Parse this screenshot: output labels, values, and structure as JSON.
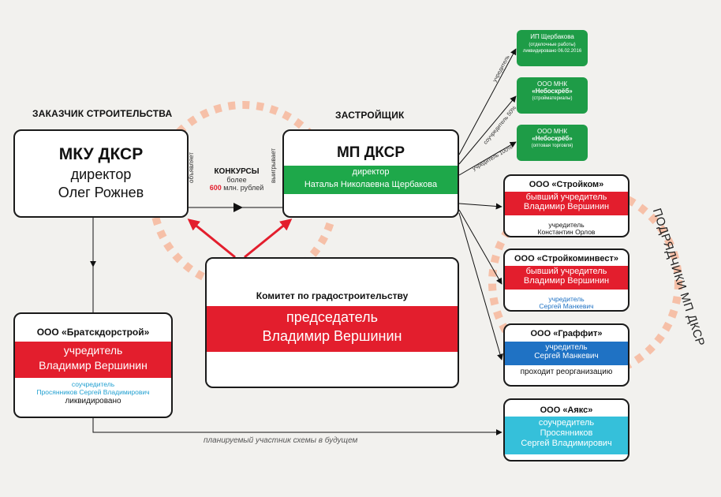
{
  "customer_heading": "ЗАКАЗЧИК СТРОИТЕЛЬСТВА",
  "developer_heading": "ЗАСТРОЙЩИК",
  "contractors_heading": "ПОДРЯДЧИКИ МП ДКСР",
  "mku": {
    "name": "МКУ ДКСР",
    "role": "директор",
    "person": "Олег Рожнев"
  },
  "mp": {
    "name": "МП ДКСР",
    "role": "директор",
    "person": "Наталья Николаевна Щербакова"
  },
  "arrow_labels": {
    "announces": "объявляет",
    "wins": "выигрывает"
  },
  "contests": {
    "title": "КОНКУРСЫ",
    "more": "более",
    "amount": "600",
    "unit": "млн. рублей"
  },
  "committee": {
    "name": "Комитет по градостроительству",
    "role": "председатель",
    "person": "Владимир Вершинин"
  },
  "bratsk": {
    "name": "ООО «Братскдорстрой»",
    "role": "учредитель",
    "person": "Владимир Вершинин",
    "co_role": "соучредитель",
    "co_person": "Просянников Сергей Владимирович",
    "status": "ликвидировано"
  },
  "future_label": "планируемый участник схемы в будущем",
  "founders": [
    {
      "share": "учредитель",
      "name": "ИП Щербакова",
      "note1": "(отделочные работы)",
      "note2": "ликвидировано 06.02.2016"
    },
    {
      "share": "соучредитель 50%",
      "name": "ООО МНК",
      "name2": "«Небоскрёб»",
      "note1": "(стройматериалы)"
    },
    {
      "share": "учредитель 100%",
      "name": "ООО МНК",
      "name2": "«Небоскрёб»",
      "note1": "(оптовая торговля)"
    }
  ],
  "contractors": [
    {
      "name": "ООО «Стройком»",
      "role": "бывший учредитель",
      "person": "Владимир Вершинин",
      "sub_role": "учредитель",
      "sub_person": "Константин Орлов"
    },
    {
      "name": "ООО «Стройкоминвест»",
      "role": "бывший учредитель",
      "person": "Владимир Вершинин",
      "sub_role": "учредитель",
      "sub_person": "Сергей Манкевич"
    },
    {
      "name": "ООО «Граффит»",
      "role": "учредитель",
      "person": "Сергей Манкевич",
      "status": "проходит реорганизацию"
    },
    {
      "name": "ООО «Аякс»",
      "role": "соучредитель",
      "person": "Просянников",
      "person2": "Сергей Владимирович"
    }
  ],
  "colors": {
    "red": "#e31e2d",
    "green": "#1ea84a",
    "blue": "#1f72c4",
    "cyan": "#35c0da",
    "dots": "#f6c0a8"
  }
}
